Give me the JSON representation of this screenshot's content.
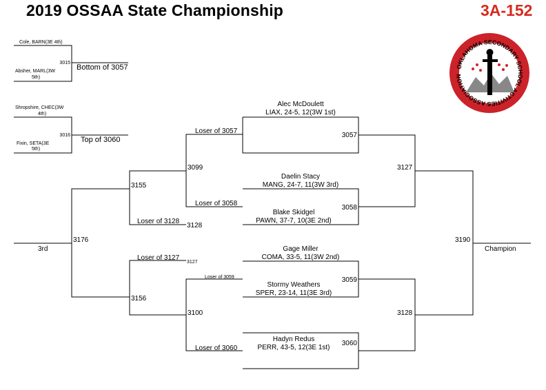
{
  "header": {
    "title": "2019 OSSAA State Championship",
    "weight_class": "3A-152"
  },
  "logo": {
    "ring_text": "OKLAHOMA SECONDARY SCHOOL ACTIVITIES ASSOCIATION",
    "colors": {
      "ring": "#cc2229",
      "inner": "#ffffff",
      "figure": "#000000"
    }
  },
  "consolation_left": {
    "m3015": {
      "top": "Cole, BARN(3E 4th)",
      "bottom_line1": "Absher, MARL(3W",
      "bottom_line2": "5th)",
      "match": "3015",
      "result": "Bottom of 3057"
    },
    "m3016": {
      "top_line1": "Shropshire, CHEC(3W",
      "top_line2": "4th)",
      "bottom_line1": "Fixin, SETA(3E",
      "bottom_line2": "5th)",
      "match": "3016",
      "result": "Top of 3060"
    }
  },
  "middle": {
    "loser_3057": "Loser of 3057",
    "m3099": "3099",
    "loser_3058": "Loser of 3058",
    "m3155": "3155",
    "loser_3128": "Loser of 3128",
    "m3128_small": "3128",
    "third_place": "3rd",
    "m3176": "3176",
    "loser_3127": "Loser of 3127",
    "m3127_small": "3127",
    "loser_3059": "Loser of 3059",
    "m3156": "3156",
    "m3100": "3100",
    "loser_3060": "Loser of 3060"
  },
  "semis": {
    "alec": {
      "name": "Alec McDoulett",
      "info": "LIAX, 24-5, 12(3W 1st)"
    },
    "m3057": "3057",
    "daelin": {
      "name": "Daelin Stacy",
      "info": "MANG, 24-7, 11(3W 3rd)"
    },
    "blake": {
      "name": "Blake Skidgel",
      "info": "PAWN, 37-7, 10(3E 2nd)"
    },
    "m3058": "3058",
    "gage": {
      "name": "Gage Miller",
      "info": "COMA, 33-5, 11(3W 2nd)"
    },
    "stormy": {
      "name": "Stormy Weathers",
      "info": "SPER, 23-14, 11(3E 3rd)"
    },
    "m3059": "3059",
    "hadyn": {
      "name": "Hadyn Redus",
      "info": "PERR, 43-5, 12(3E 1st)"
    },
    "m3060": "3060"
  },
  "finals": {
    "m3127": "3127",
    "m3128": "3128",
    "m3190": "3190",
    "champion": "Champion"
  }
}
